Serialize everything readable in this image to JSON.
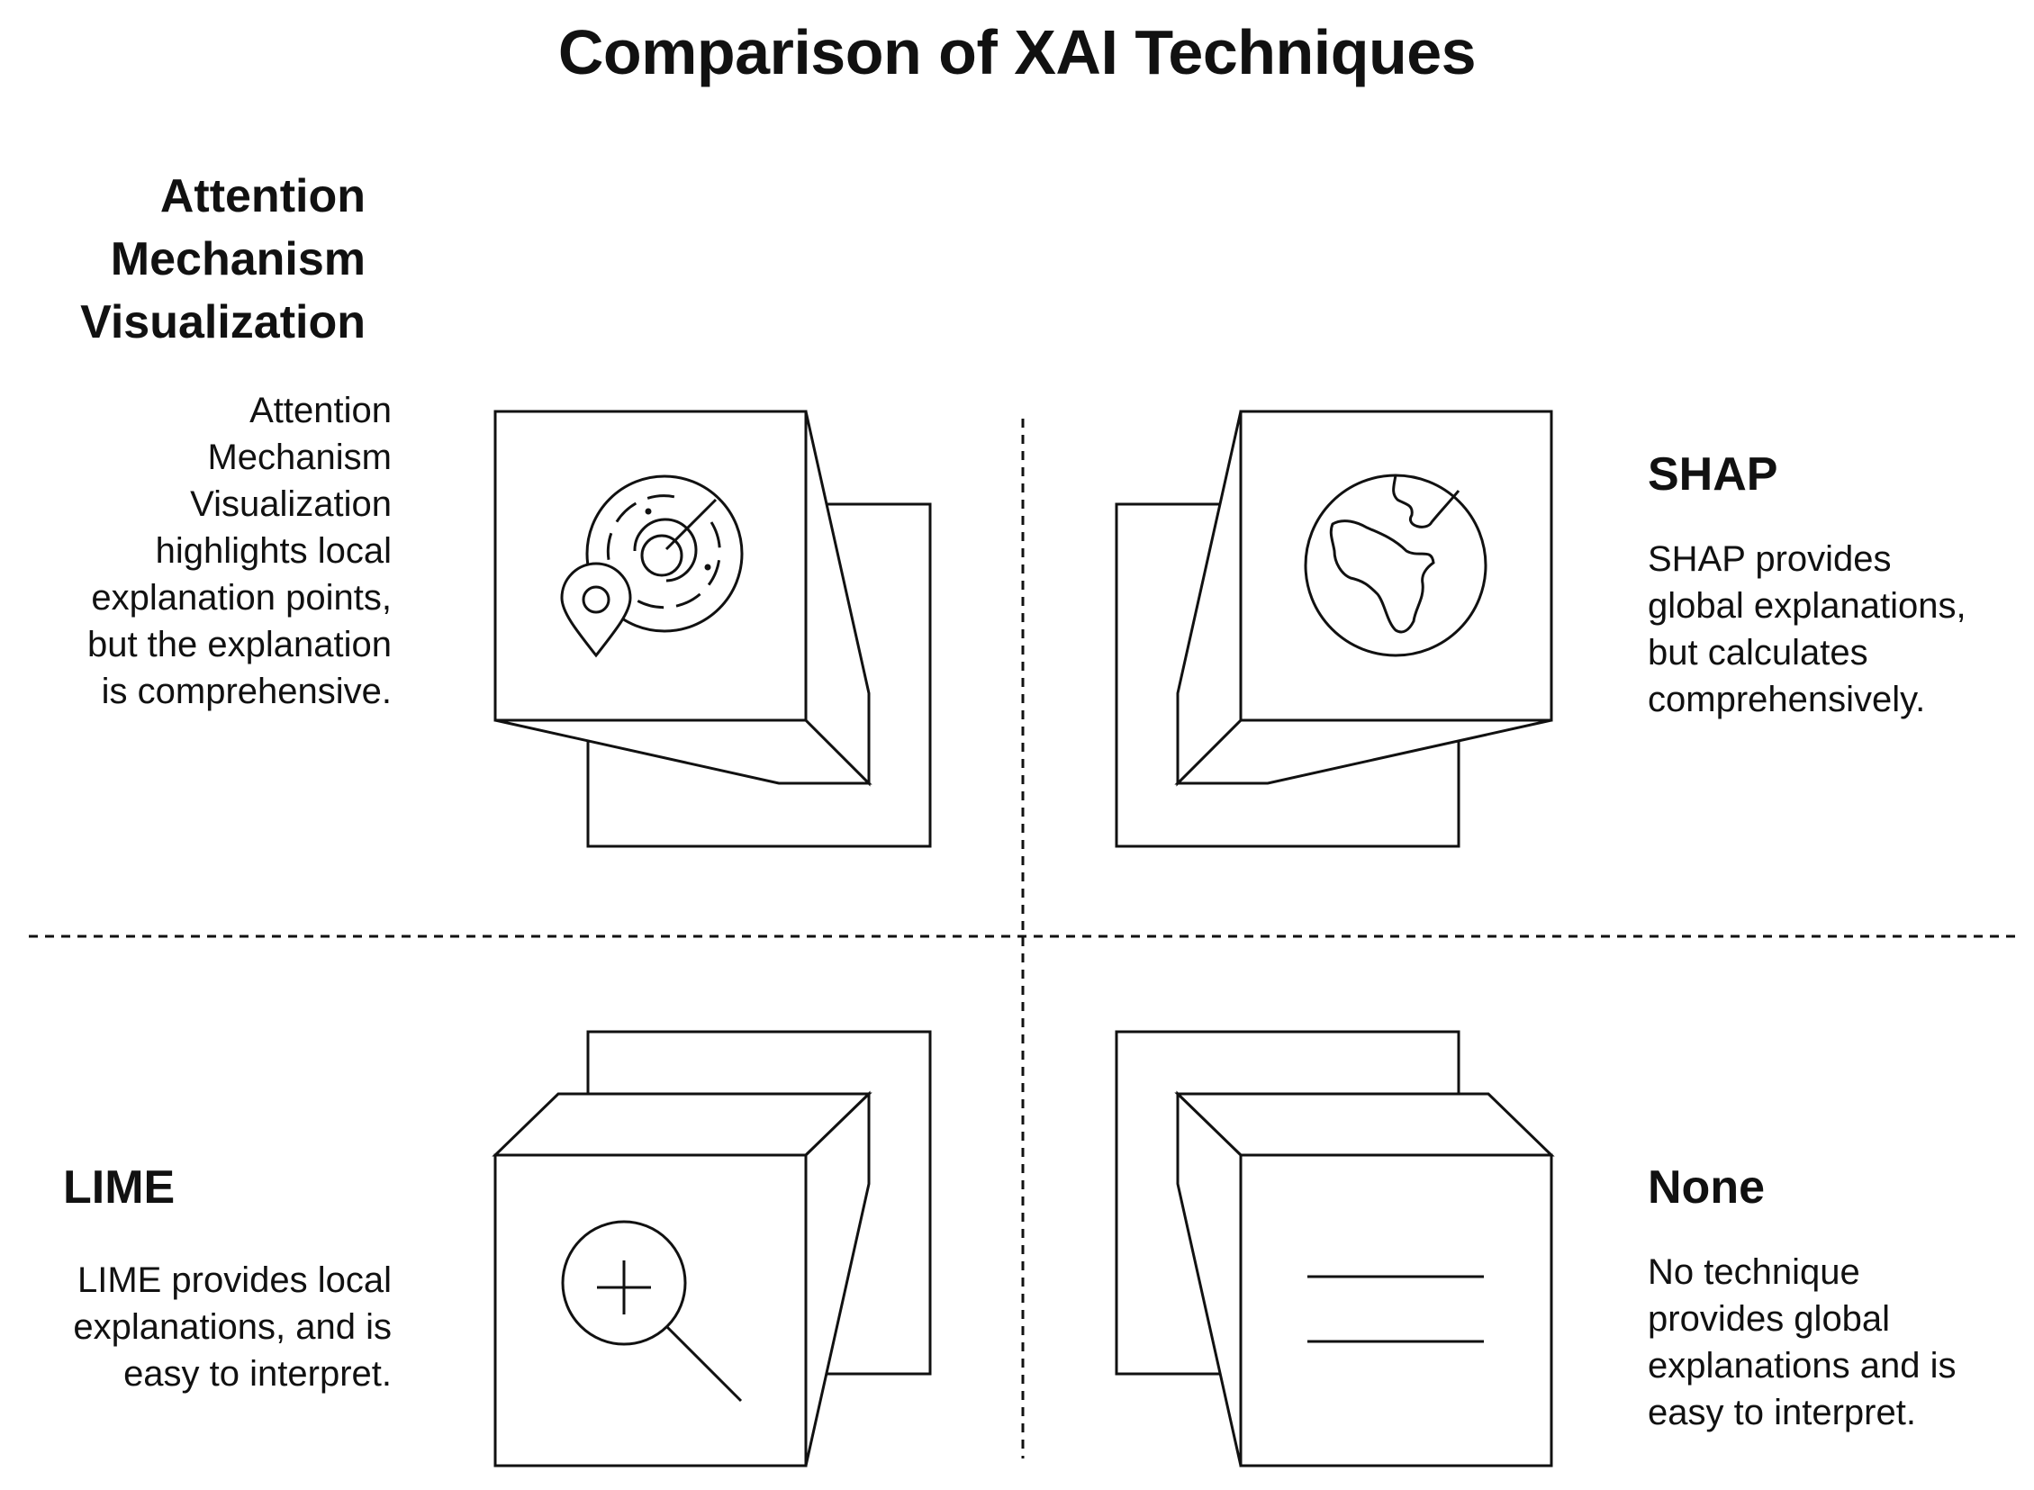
{
  "title": "Comparison of XAI Techniques",
  "quadrants": {
    "top_left": {
      "heading": "Attention\nMechanism\nVisualization",
      "text": "Attention\nMechanism\nVisualization\nhighlights local\nexplanation points,\nbut the explanation\nis comprehensive.",
      "icon": "radar-location-icon"
    },
    "top_right": {
      "heading": "SHAP",
      "text": "SHAP provides\nglobal explanations,\nbut calculates\ncomprehensively.",
      "icon": "globe-icon"
    },
    "bottom_left": {
      "heading": "LIME",
      "text": "LIME provides local\nexplanations, and is\neasy to interpret.",
      "icon": "zoom-in-icon"
    },
    "bottom_right": {
      "heading": "None",
      "text": "No technique\nprovides global\nexplanations and is\neasy to interpret.",
      "icon": "two-lines-icon"
    }
  },
  "colors": {
    "stroke": "#111111",
    "background": "#ffffff"
  }
}
